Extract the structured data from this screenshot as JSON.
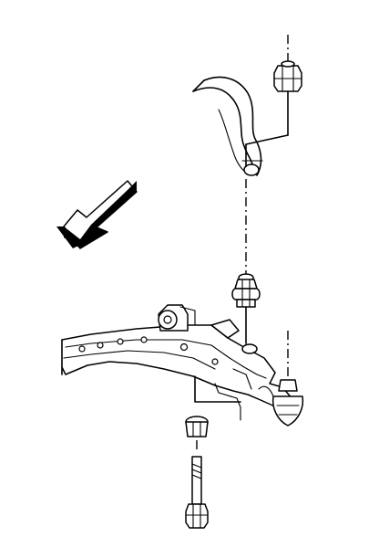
{
  "diagram": {
    "parts": [
      "stabilizer-nut",
      "stabilizer-bar",
      "link-bushings",
      "lower-control-arm",
      "ball-joint",
      "bushing-retainer",
      "lower-bolt"
    ],
    "arrow_direction": "front-of-vehicle",
    "colors": {
      "line": "#000000",
      "fill": "#ffffff",
      "arrow_side": "#000000"
    }
  }
}
